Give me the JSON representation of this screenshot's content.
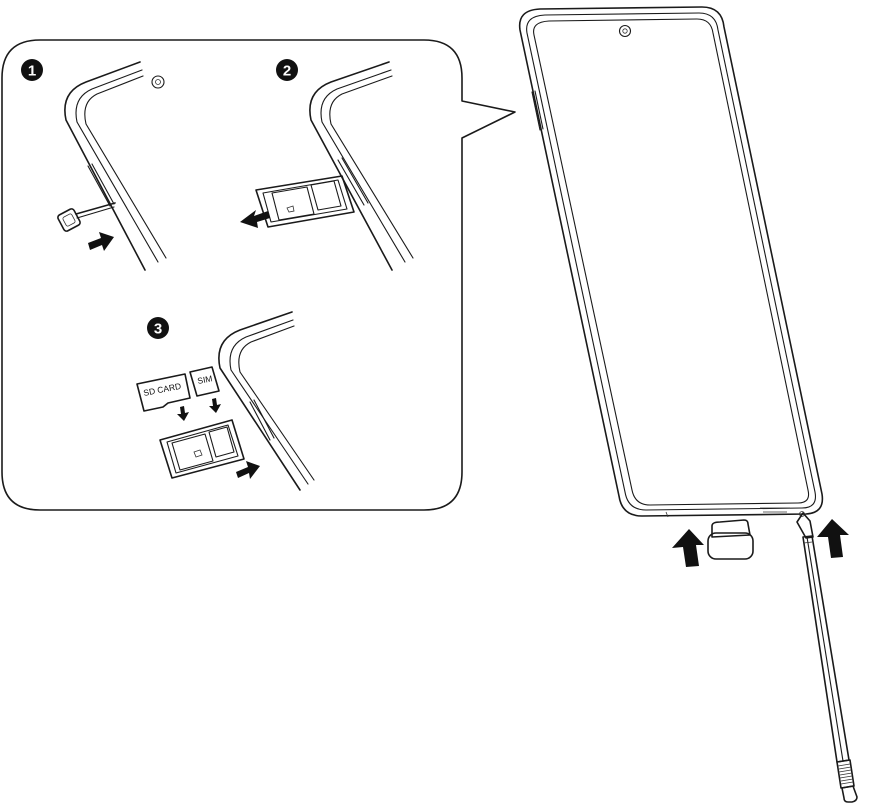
{
  "steps": {
    "step1": "1",
    "step2": "2",
    "step3": "3"
  },
  "cards": {
    "sd_card": "SD CARD",
    "sim": "SIM"
  },
  "colors": {
    "ink": "#111111",
    "background": "#ffffff"
  },
  "icons": [
    "eject-pin-icon",
    "push-arrow-icon",
    "pull-arrow-icon",
    "insert-arrow-icon",
    "up-arrow-icon"
  ]
}
